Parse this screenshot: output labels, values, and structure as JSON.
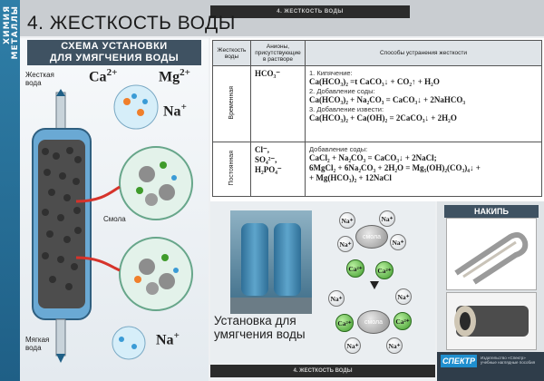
{
  "header": {
    "title": "4. ЖЕСТКОСТЬ ВОДЫ",
    "series_label": "4. ЖЕСТКОСТЬ ВОДЫ",
    "footer_label": "4. ЖЕСТКОСТЬ ВОДЫ"
  },
  "side_strip": {
    "line1": "ХИМИЯ",
    "line2": "МЕТАЛЛЫ"
  },
  "schema": {
    "heading_line1": "СХЕМА УСТАНОВКИ",
    "heading_line2": "ДЛЯ УМЯГЧЕНИЯ ВОДЫ",
    "hard_water_line1": "Жесткая",
    "hard_water_line2": "вода",
    "soft_water_line1": "Мягкая",
    "soft_water_line2": "вода",
    "resin_label": "Смола",
    "ion_ca": "Ca",
    "ion_ca_charge": "2+",
    "ion_mg": "Mg",
    "ion_mg_charge": "2+",
    "ion_na": "Na",
    "ion_na_charge": "+",
    "ion_na_out": "Na",
    "ion_na_out_charge": "+"
  },
  "table": {
    "headers": [
      "Жесткость воды",
      "Анионы, присутствующие в растворе",
      "Способы устранения жесткости"
    ],
    "rows": [
      {
        "type": "Временная",
        "anions": [
          "HCO₃⁻"
        ],
        "methods": [
          {
            "step": "1. Кипячение:",
            "formula": "Ca(HCO₃)₂ =t CaCO₃↓ + CO₂↑ + H₂O"
          },
          {
            "step": "2. Добавление соды:",
            "formula": "Ca(HCO₃)₂ + Na₂CO₃ = CaCO₃↓ + 2NaHCO₃"
          },
          {
            "step": "3. Добавление извести:",
            "formula": "Ca(HCO₃)₂ + Ca(OH)₂ = 2CaCO₃↓ + 2H₂O"
          }
        ]
      },
      {
        "type": "Постоянная",
        "anions": [
          "Cl⁻,",
          "SO₄²⁻,",
          "H₂PO₄⁻"
        ],
        "methods": [
          {
            "step": "Добавление соды:",
            "formula": "CaCl₂ + Na₂CO₃ = CaCO₃↓ + 2NaCl;"
          },
          {
            "step": "",
            "formula": "6MgCl₂ + 6Na₂CO₃ + 2H₂O = Mg₅(OH)₂(CO₃)₄↓ +"
          },
          {
            "step": "",
            "formula": "+ Mg(HCO₃)₂ + 12NaCl"
          }
        ]
      }
    ]
  },
  "installation": {
    "caption_line1": "Установка для",
    "caption_line2": "умягчения воды",
    "resin_label_top": "смола",
    "resin_label_bottom": "смола",
    "na": "Na⁺",
    "ca": "Ca²⁺"
  },
  "scale": {
    "heading": "НАКИПЬ"
  },
  "logo": {
    "mark": "СПЕКТР",
    "text": "Издательство «Спектр» учебные наглядные пособия"
  },
  "colors": {
    "strip": "#2f7fa8",
    "heading_bg": "#3f5262",
    "ca_ball": "#3f9b2b",
    "arrow": "#d6332b"
  }
}
